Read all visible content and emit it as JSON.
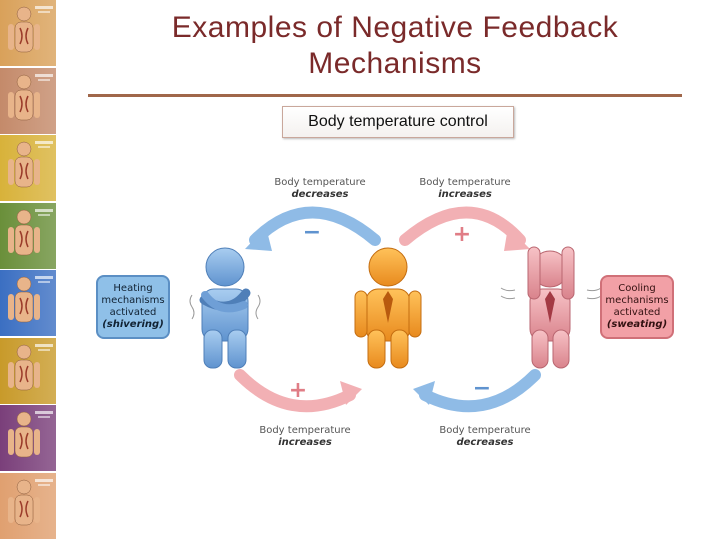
{
  "title": {
    "line1": "Examples of Negative Feedback",
    "line2": "Mechanisms"
  },
  "subtitle": "Body temperature control",
  "diagram": {
    "top_left": {
      "line1": "Body temperature",
      "line2": "decreases",
      "sign": "−"
    },
    "top_right": {
      "line1": "Body temperature",
      "line2": "increases",
      "sign": "+"
    },
    "bottom_left": {
      "line1": "Body temperature",
      "line2": "increases",
      "sign": "+"
    },
    "bottom_right": {
      "line1": "Body temperature",
      "line2": "decreases",
      "sign": "−"
    },
    "left_box": {
      "line1": "Heating",
      "line2": "mechanisms",
      "line3": "activated",
      "line4": "(shivering)"
    },
    "right_box": {
      "line1": "Cooling",
      "line2": "mechanisms",
      "line3": "activated",
      "line4": "(sweating)"
    },
    "colors": {
      "cold": "#7fb2e0",
      "warm": "#f0a0a6",
      "neutral": "#f6a33a",
      "hot": "#e88a96"
    }
  },
  "sidebar": {
    "panels": [
      {
        "color": "#d9a15a",
        "name": "digestive-system-panel"
      },
      {
        "color": "#c48a6a",
        "name": "respiratory-system-panel"
      },
      {
        "color": "#d8b23a",
        "name": "nervous-system-panel"
      },
      {
        "color": "#6a8f3a",
        "name": "muscular-system-panel"
      },
      {
        "color": "#3b6fc2",
        "name": "lymphatic-system-panel"
      },
      {
        "color": "#c89a2a",
        "name": "endocrine-system-panel"
      },
      {
        "color": "#7a3f7a",
        "name": "urinary-system-panel"
      },
      {
        "color": "#e0a070",
        "name": "reproductive-system-panel"
      }
    ]
  }
}
